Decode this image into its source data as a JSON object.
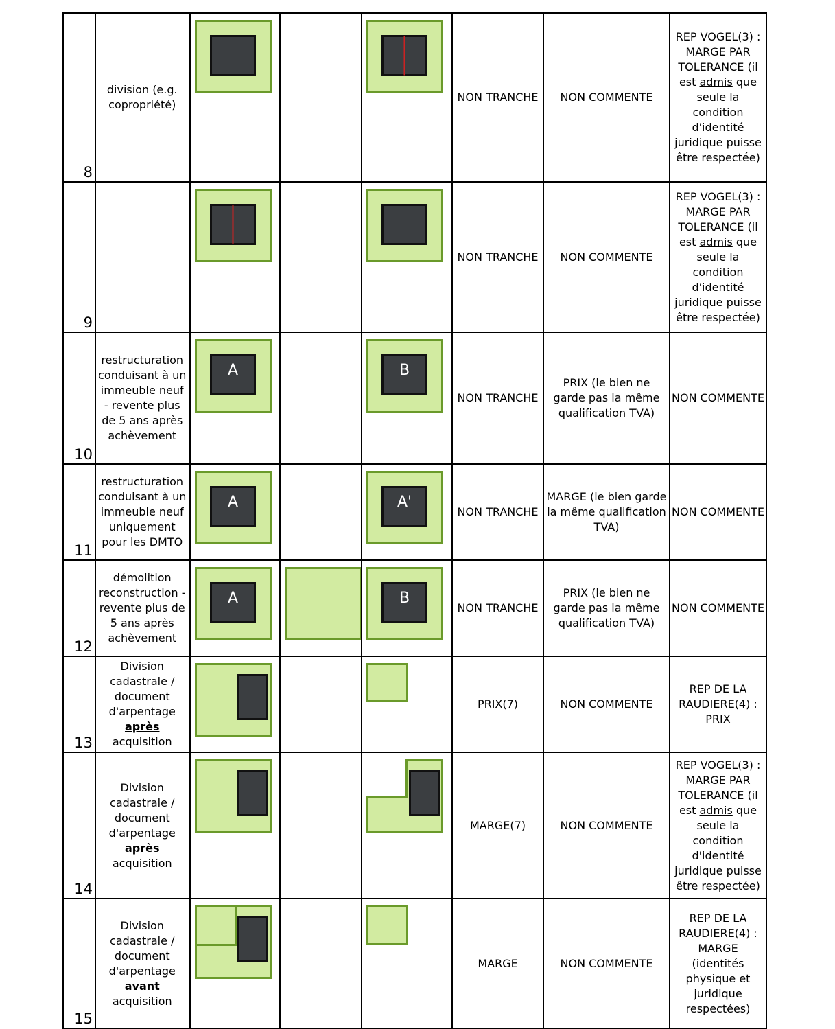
{
  "colors": {
    "parcel_fill": "#d2eba1",
    "parcel_border": "#6a9a2a",
    "building_fill": "#3b3e41",
    "building_border": "#111111",
    "division_line": "#cc2222"
  },
  "rows": [
    {
      "number": "8",
      "description": {
        "parts": [
          {
            "t": "division (e.g. copropriété)"
          }
        ]
      },
      "col5": "NON TRANCHE",
      "col6": "NON COMMENTE",
      "col7": {
        "parts": [
          {
            "t": "REP VOGEL(3) : MARGE PAR TOLERANCE (il est "
          },
          {
            "t": "admis",
            "s": "u"
          },
          {
            "t": " que seule la condition d'identité juridique puisse être respectée)"
          }
        ]
      }
    },
    {
      "number": "9",
      "description": {
        "parts": []
      },
      "col5": "NON TRANCHE",
      "col6": "NON COMMENTE",
      "col7": {
        "parts": [
          {
            "t": "REP VOGEL(3) : MARGE PAR TOLERANCE (il est "
          },
          {
            "t": "admis",
            "s": "u"
          },
          {
            "t": " que seule la condition d'identité juridique puisse être respectée)"
          }
        ]
      }
    },
    {
      "number": "10",
      "description": {
        "parts": [
          {
            "t": "restructuration conduisant à un immeuble neuf - revente plus de 5 ans après achèvement"
          }
        ]
      },
      "label_before": "A",
      "label_after": "B",
      "col5": "NON TRANCHE",
      "col6": "PRIX (le bien ne garde pas la même qualification TVA)",
      "col7": {
        "parts": [
          {
            "t": "NON COMMENTE"
          }
        ]
      }
    },
    {
      "number": "11",
      "description": {
        "parts": [
          {
            "t": "restructuration conduisant à un immeuble neuf uniquement pour les DMTO"
          }
        ]
      },
      "label_before": "A",
      "label_after": "A'",
      "col5": "NON TRANCHE",
      "col6": "MARGE (le bien garde la même qualification TVA)",
      "col7": {
        "parts": [
          {
            "t": "NON COMMENTE"
          }
        ]
      }
    },
    {
      "number": "12",
      "description": {
        "parts": [
          {
            "t": "démolition reconstruction - revente plus de 5 ans après achèvement"
          }
        ]
      },
      "label_before": "A",
      "label_after": "B",
      "col5": "NON TRANCHE",
      "col6": "PRIX (le bien ne garde pas la même qualification TVA)",
      "col7": {
        "parts": [
          {
            "t": "NON COMMENTE"
          }
        ]
      }
    },
    {
      "number": "13",
      "description": {
        "parts": [
          {
            "t": "Division cadastrale / document d'arpentage "
          },
          {
            "t": "après ",
            "s": "bu"
          },
          {
            "t": "acquisition"
          }
        ]
      },
      "col5": "PRIX(7)",
      "col6": "NON COMMENTE",
      "col7": {
        "parts": [
          {
            "t": "REP DE LA RAUDIERE(4) : PRIX"
          }
        ]
      }
    },
    {
      "number": "14",
      "description": {
        "parts": [
          {
            "t": "Division cadastrale / document d'arpentage "
          },
          {
            "t": "après ",
            "s": "bu"
          },
          {
            "t": "acquisition"
          }
        ]
      },
      "col5": "MARGE(7)",
      "col6": "NON COMMENTE",
      "col7": {
        "parts": [
          {
            "t": "REP VOGEL(3) : MARGE PAR TOLERANCE (il est "
          },
          {
            "t": "admis",
            "s": "u"
          },
          {
            "t": " que seule la condition d'identité juridique puisse être respectée)"
          }
        ]
      }
    },
    {
      "number": "15",
      "description": {
        "parts": [
          {
            "t": "Division cadastrale / document d'arpentage "
          },
          {
            "t": "avant ",
            "s": "bu"
          },
          {
            "t": "acquisition"
          }
        ]
      },
      "col5": "MARGE",
      "col6": "NON COMMENTE",
      "col7": {
        "parts": [
          {
            "t": "REP DE LA RAUDIERE(4) : MARGE (identités physique et juridique respectées)"
          }
        ]
      }
    }
  ]
}
